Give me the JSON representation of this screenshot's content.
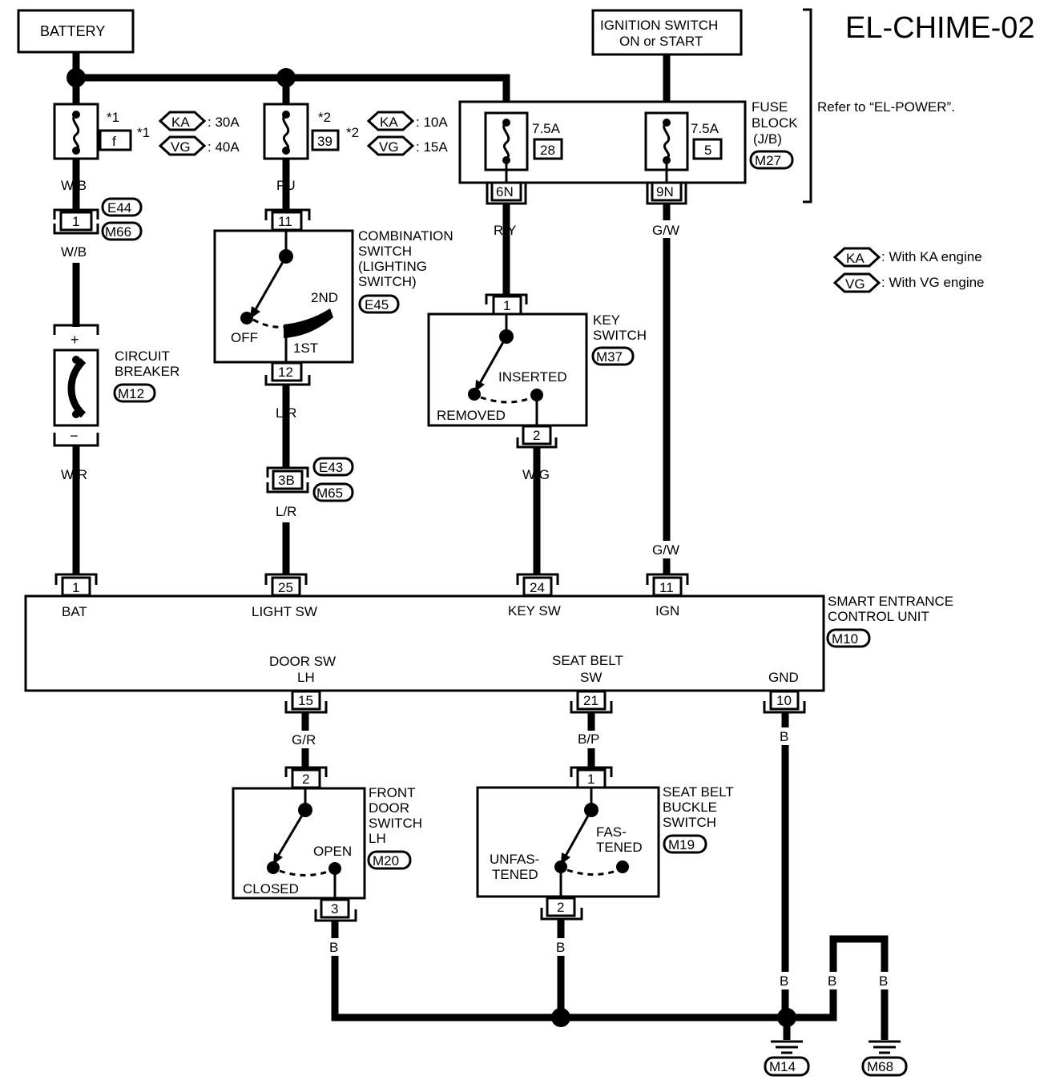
{
  "diagram_title": "EL-CHIME-02",
  "battery": "BATTERY",
  "ignition_line1": "IGNITION SWITCH",
  "ignition_line2": "ON or START",
  "refer_note": "Refer to “EL-POWER”.",
  "fusible_link": {
    "star": "*1",
    "id": "f",
    "note": "*1",
    "ka": "KA",
    "ka_val": ": 30A",
    "vg": "VG",
    "vg_val": ": 40A"
  },
  "fuse39": {
    "star": "*2",
    "id": "39",
    "note": "*2",
    "ka": "KA",
    "ka_val": ": 10A",
    "vg": "VG",
    "vg_val": ": 15A"
  },
  "fuse_block": {
    "line1": "FUSE",
    "line2": "BLOCK",
    "line3": "(J/B)",
    "conn": "M27",
    "fuse28_amp": "7.5A",
    "fuse28_id": "28",
    "fuse5_amp": "7.5A",
    "fuse5_id": "5",
    "term_6n": "6N",
    "term_9n": "9N"
  },
  "legend": {
    "ka": "KA",
    "ka_text": ": With KA engine",
    "vg": "VG",
    "vg_text": ": With VG engine"
  },
  "wires": {
    "wb_top": "W/B",
    "wb_bot": "W/B",
    "pu": "PU",
    "ry": "R/Y",
    "gw_top": "G/W",
    "gw_bot": "G/W",
    "wr": "W/R",
    "lr_top": "L/R",
    "lr_bot": "L/R",
    "wg": "W/G",
    "gr": "G/R",
    "bp": "B/P",
    "b_gnd": "B",
    "b_door": "B",
    "b_belt": "B",
    "b_m14": "B",
    "b_jump": "B",
    "b_m68": "B"
  },
  "connectors": {
    "e44_pin": "1",
    "e44": "E44",
    "m66": "M66",
    "e43_pin": "3B",
    "e43": "E43",
    "m65": "M65"
  },
  "circuit_breaker": {
    "line1": "CIRCUIT",
    "line2": "BREAKER",
    "conn": "M12",
    "plus": "+",
    "minus": "−"
  },
  "combination_switch": {
    "line1": "COMBINATION",
    "line2": "SWITCH",
    "line3": "(LIGHTING",
    "line4": "SWITCH)",
    "conn": "E45",
    "pin_top": "11",
    "pin_bot": "12",
    "off": "OFF",
    "first": "1ST",
    "second": "2ND"
  },
  "key_switch": {
    "line1": "KEY",
    "line2": "SWITCH",
    "conn": "M37",
    "pin_top": "1",
    "pin_bot": "2",
    "inserted": "INSERTED",
    "removed": "REMOVED"
  },
  "control_unit": {
    "line1": "SMART ENTRANCE",
    "line2": "CONTROL UNIT",
    "conn": "M10",
    "pin_bat": "1",
    "pin_light": "25",
    "pin_key": "24",
    "pin_ign": "11",
    "lbl_bat": "BAT",
    "lbl_light": "LIGHT SW",
    "lbl_key": "KEY SW",
    "lbl_ign": "IGN",
    "lbl_door1": "DOOR SW",
    "lbl_door2": "LH",
    "lbl_belt1": "SEAT BELT",
    "lbl_belt2": "SW",
    "lbl_gnd": "GND",
    "pin_door": "15",
    "pin_belt": "21",
    "pin_gnd": "10"
  },
  "door_switch": {
    "line1": "FRONT",
    "line2": "DOOR",
    "line3": "SWITCH",
    "line4": "LH",
    "conn": "M20",
    "pin_top": "2",
    "pin_bot": "3",
    "open": "OPEN",
    "closed": "CLOSED"
  },
  "belt_switch": {
    "line1": "SEAT BELT",
    "line2": "BUCKLE",
    "line3": "SWITCH",
    "conn": "M19",
    "pin_top": "1",
    "pin_bot": "2",
    "fas1": "FAS-",
    "fas2": "TENED",
    "unf1": "UNFAS-",
    "unf2": "TENED"
  },
  "grounds": {
    "m14": "M14",
    "m68": "M68"
  }
}
